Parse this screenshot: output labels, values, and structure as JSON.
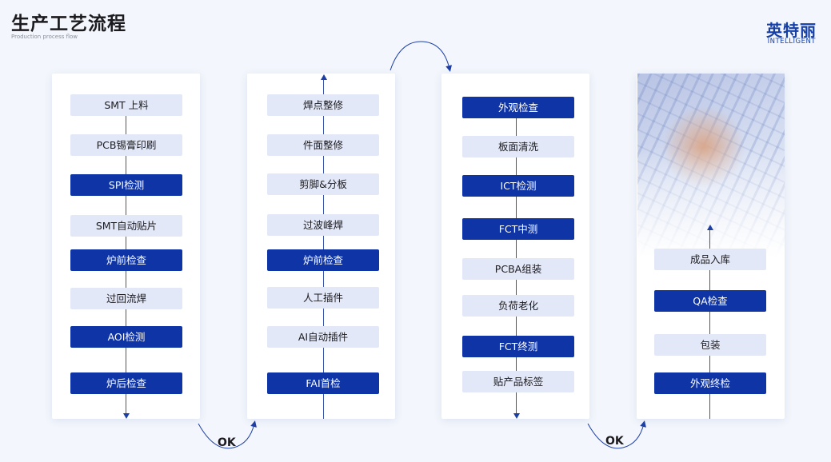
{
  "header": {
    "title": "生产工艺流程",
    "subtitle": "Production process flow",
    "logo_main": "英特丽",
    "logo_sub": "INTELLIGENT"
  },
  "columns": [
    {
      "flow": "down",
      "steps": [
        {
          "label": "SMT 上料",
          "style": "light"
        },
        {
          "label": "PCB锡膏印刷",
          "style": "light"
        },
        {
          "label": "SPI检测",
          "style": "dark"
        },
        {
          "label": "SMT自动贴片",
          "style": "light"
        },
        {
          "label": "炉前检查",
          "style": "dark"
        },
        {
          "label": "过回流焊",
          "style": "light"
        },
        {
          "label": "AOI检测",
          "style": "dark"
        },
        {
          "label": "炉后检查",
          "style": "dark"
        }
      ]
    },
    {
      "flow": "up",
      "steps": [
        {
          "label": "焊点整修",
          "style": "light"
        },
        {
          "label": "件面整修",
          "style": "light"
        },
        {
          "label": "剪脚&分板",
          "style": "light"
        },
        {
          "label": "过波峰焊",
          "style": "light"
        },
        {
          "label": "炉前检查",
          "style": "dark"
        },
        {
          "label": "人工插件",
          "style": "light"
        },
        {
          "label": "AI自动插件",
          "style": "light"
        },
        {
          "label": "FAI首检",
          "style": "dark"
        }
      ]
    },
    {
      "flow": "down",
      "steps": [
        {
          "label": "外观检查",
          "style": "dark"
        },
        {
          "label": "板面清洗",
          "style": "light"
        },
        {
          "label": "ICT检测",
          "style": "dark"
        },
        {
          "label": "FCT中测",
          "style": "dark"
        },
        {
          "label": "PCBA组装",
          "style": "light"
        },
        {
          "label": "负荷老化",
          "style": "light"
        },
        {
          "label": "FCT终测",
          "style": "dark"
        },
        {
          "label": "贴产品标签",
          "style": "light"
        }
      ]
    },
    {
      "flow": "up",
      "steps": [
        {
          "label": "成品入库",
          "style": "light"
        },
        {
          "label": "QA检查",
          "style": "dark"
        },
        {
          "label": "包装",
          "style": "light"
        },
        {
          "label": "外观终检",
          "style": "dark"
        }
      ]
    }
  ],
  "connectors": {
    "ok_label_1": "OK",
    "ok_label_2": "OK"
  },
  "colors": {
    "dark_step": "#0e34a6",
    "light_step": "#e3e8f8",
    "accent": "#163fa6"
  }
}
